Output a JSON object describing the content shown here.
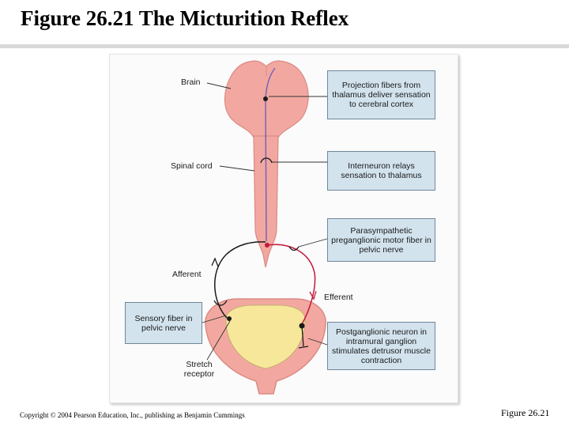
{
  "title": "Figure 26.21  The Micturition Reflex",
  "labels": {
    "brain": "Brain",
    "spinal_cord": "Spinal cord",
    "afferent": "Afferent",
    "efferent": "Efferent",
    "stretch_receptor": "Stretch receptor"
  },
  "boxes": {
    "projection": "Projection fibers from thalamus deliver sensation to cerebral cortex",
    "interneuron": "Interneuron relays sensation to thalamus",
    "parasympathetic": "Parasympathetic preganglionic motor fiber in pelvic nerve",
    "sensory": "Sensory fiber in pelvic nerve",
    "postganglionic": "Postganglionic neuron in intramural ganglion stimulates detrusor muscle contraction"
  },
  "footer": {
    "copyright": "Copyright © 2004 Pearson Education, Inc., publishing as Benjamin Cummings",
    "figure_number": "Figure 26.21"
  },
  "colors": {
    "tissue_fill": "#f2a8a0",
    "tissue_stroke": "#d98a84",
    "urine_fill": "#f6e79a",
    "box_fill": "#d3e3ee",
    "afferent_path": "#1a1a1a",
    "efferent_path": "#c3183d",
    "ascending_path": "#6d5fb8"
  }
}
